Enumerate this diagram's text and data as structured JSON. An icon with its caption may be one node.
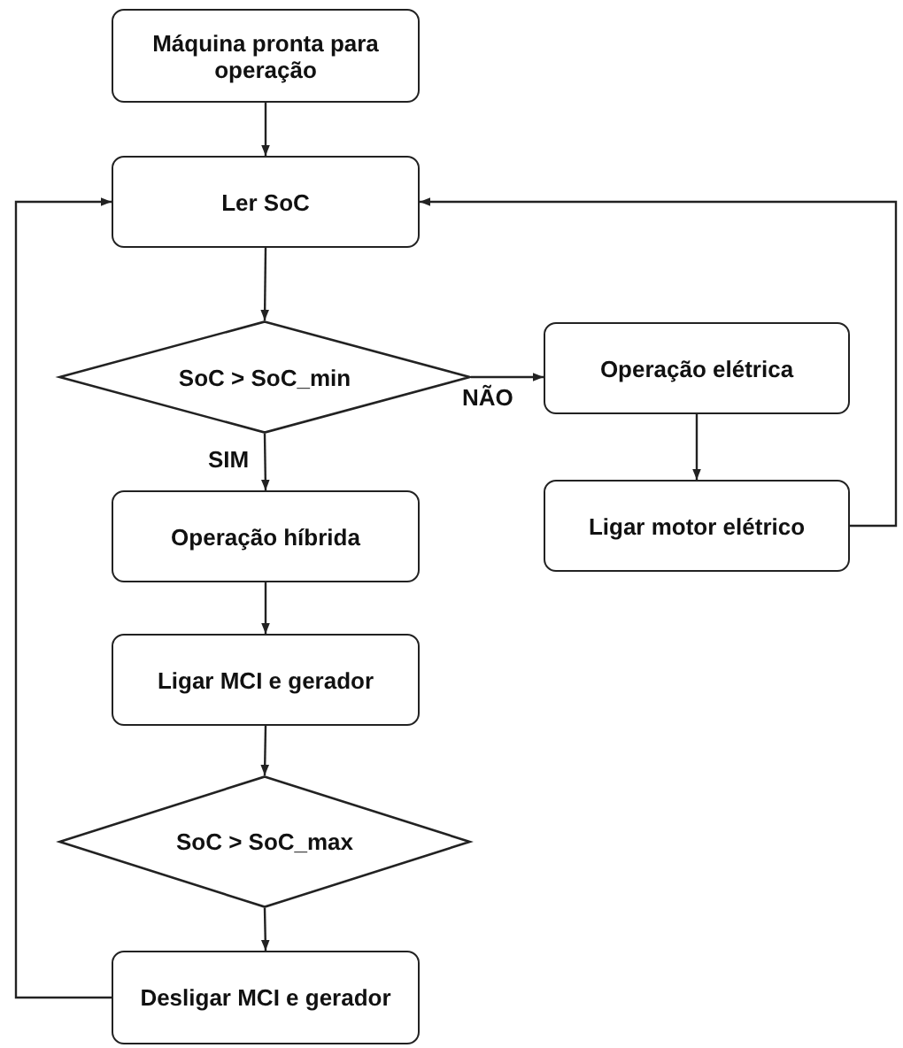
{
  "diagram": {
    "nodes": [
      {
        "text": [
          "Máquina pronta para operação"
        ]
      },
      {
        "text": [
          "Ler SoC"
        ]
      },
      {
        "text": [
          "SoC > SoC_min"
        ]
      },
      {
        "text": [
          "Operação elétrica"
        ]
      },
      {
        "text": [
          "Ligar motor elétrico"
        ]
      },
      {
        "text": [
          "Operação híbrida"
        ]
      },
      {
        "text": [
          "Ligar MCI e gerador"
        ]
      },
      {
        "text": [
          "SoC > SoC_max"
        ]
      },
      {
        "text": [
          "Desligar MCI e gerador"
        ]
      }
    ],
    "edges": [
      {
        "from": 0,
        "to": 1,
        "arrow": "to"
      },
      {
        "from": 1,
        "to": 2,
        "arrow": "to"
      },
      {
        "from": 2,
        "to": 3,
        "arrow": "to",
        "label": "NÃO"
      },
      {
        "from": 2,
        "to": 5,
        "arrow": "to",
        "label": "SIM"
      },
      {
        "from": 3,
        "to": 4,
        "arrow": "to"
      },
      {
        "from": 4,
        "to": 1,
        "arrow": "to"
      },
      {
        "from": 5,
        "to": 6,
        "arrow": "to"
      },
      {
        "from": 6,
        "to": 7,
        "arrow": "to"
      },
      {
        "from": 7,
        "to": 8,
        "arrow": "to"
      },
      {
        "from": 8,
        "to": 1,
        "arrow": "to"
      }
    ]
  }
}
